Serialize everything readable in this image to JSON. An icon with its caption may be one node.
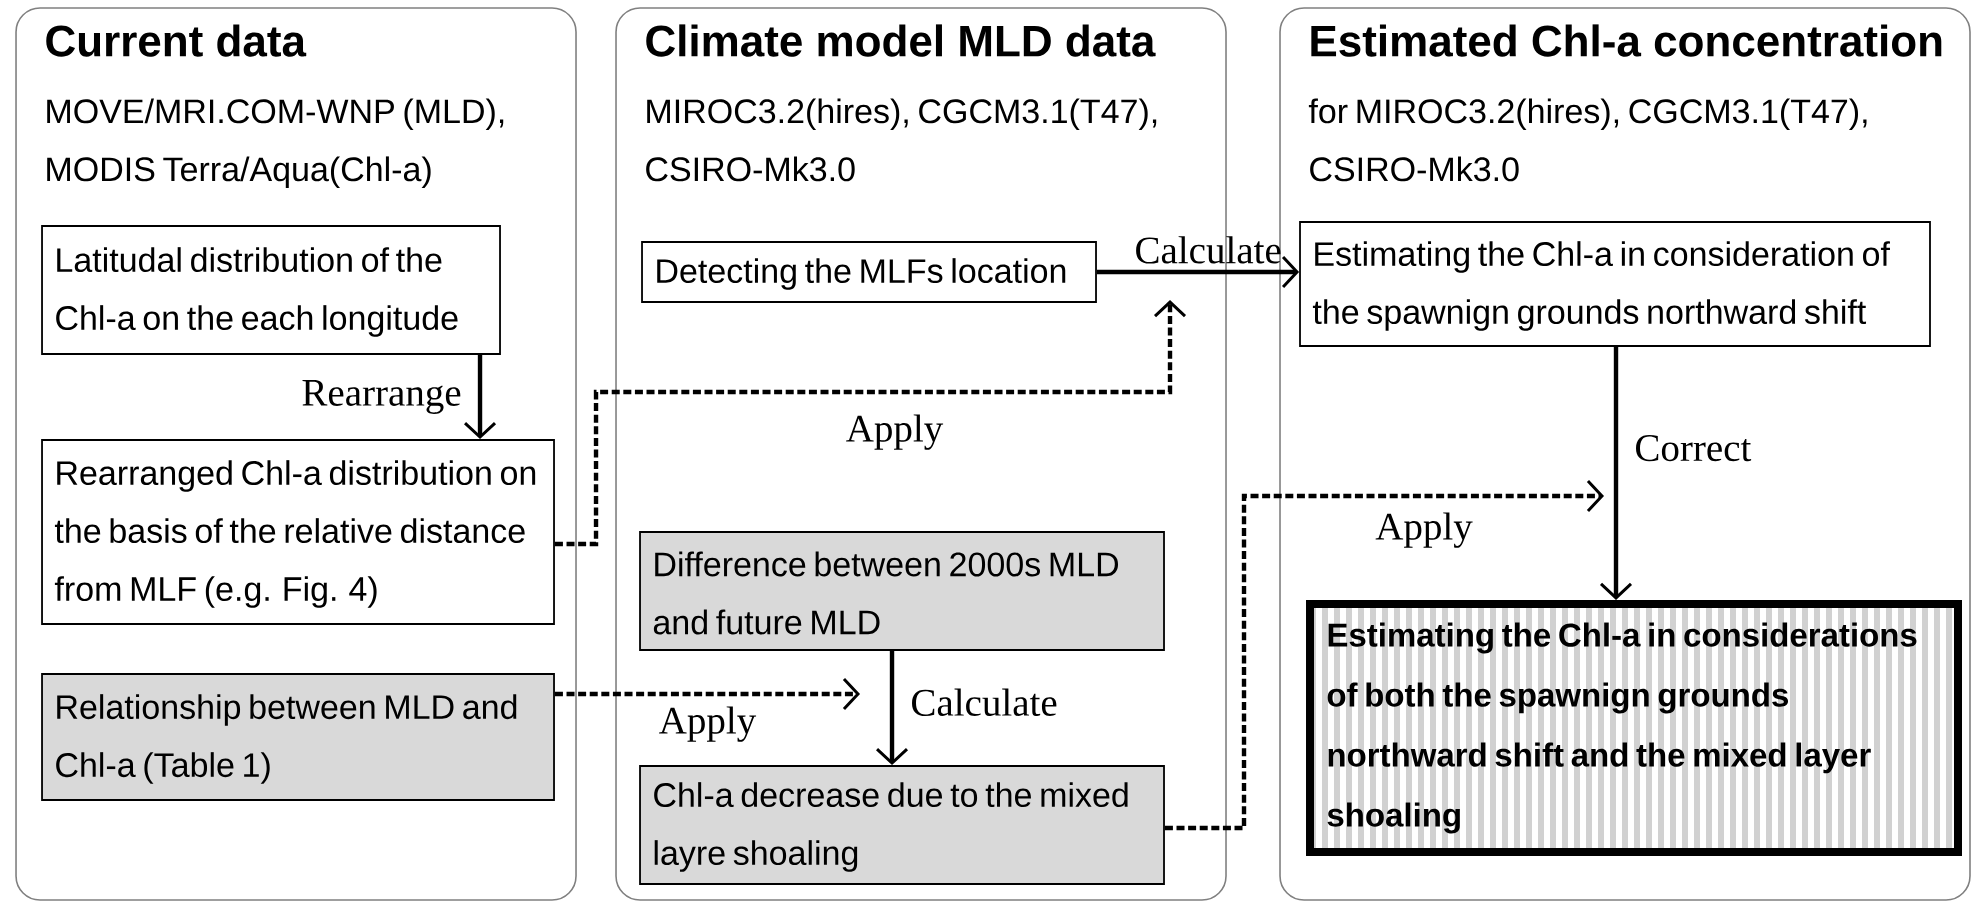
{
  "diagram": {
    "nodes": [
      {
        "text": [
          "Current data",
          "MOVE/MRI.COM-WNP (MLD), MODIS Terra/Aqua(Chl-a)"
        ]
      },
      {
        "text": [
          "Latitudal distribution of the Chl-a on the each longitude"
        ],
        "in": 0
      },
      {
        "text": [
          "Rearranged Chl-a distribution on the basis of the relative distance from MLF (e.g. Fig. 4)"
        ],
        "in": 0
      },
      {
        "text": [
          "Relationship between MLD and Chl-a (Table 1)"
        ],
        "in": 0
      },
      {
        "text": [
          "Climate model MLD data",
          "MIROC3.2(hires), CGCM3.1(T47), CSIRO-Mk3.0"
        ]
      },
      {
        "text": [
          "Detecting the MLFs location"
        ],
        "in": 4
      },
      {
        "text": [
          "Difference between 2000s MLD and future MLD"
        ],
        "in": 4
      },
      {
        "text": [
          "Chl-a decrease due to the mixed layre shoaling"
        ],
        "in": 4
      },
      {
        "text": [
          "Estimated Chl-a concentration",
          "for MIROC3.2(hires), CGCM3.1(T47), CSIRO-Mk3.0"
        ]
      },
      {
        "text": [
          "Estimating the Chl-a in consideration of the spawnign grounds northward shift"
        ],
        "in": 8
      },
      {
        "text": [
          "Estimating the Chl-a in considerations of both the spawnign grounds northward shift and the mixed layer shoaling"
        ],
        "in": 8
      }
    ],
    "edges": [
      {
        "from": 1,
        "to": 2,
        "arrow": "to",
        "label": "Rearrange"
      },
      {
        "from": 5,
        "to": 9,
        "arrow": "to",
        "label": "Calculate"
      },
      {
        "from": 2,
        "to": null,
        "arrow": "to",
        "label": "Apply",
        "style": "dashed"
      },
      {
        "from": 6,
        "to": 7,
        "arrow": "to",
        "label": "Calculate"
      },
      {
        "from": 3,
        "to": null,
        "arrow": "to",
        "label": "Apply",
        "style": "dashed"
      },
      {
        "from": 9,
        "to": 10,
        "arrow": "to",
        "label": "Correct"
      },
      {
        "from": 7,
        "to": null,
        "arrow": "to",
        "label": "Apply",
        "style": "dashed"
      }
    ]
  }
}
